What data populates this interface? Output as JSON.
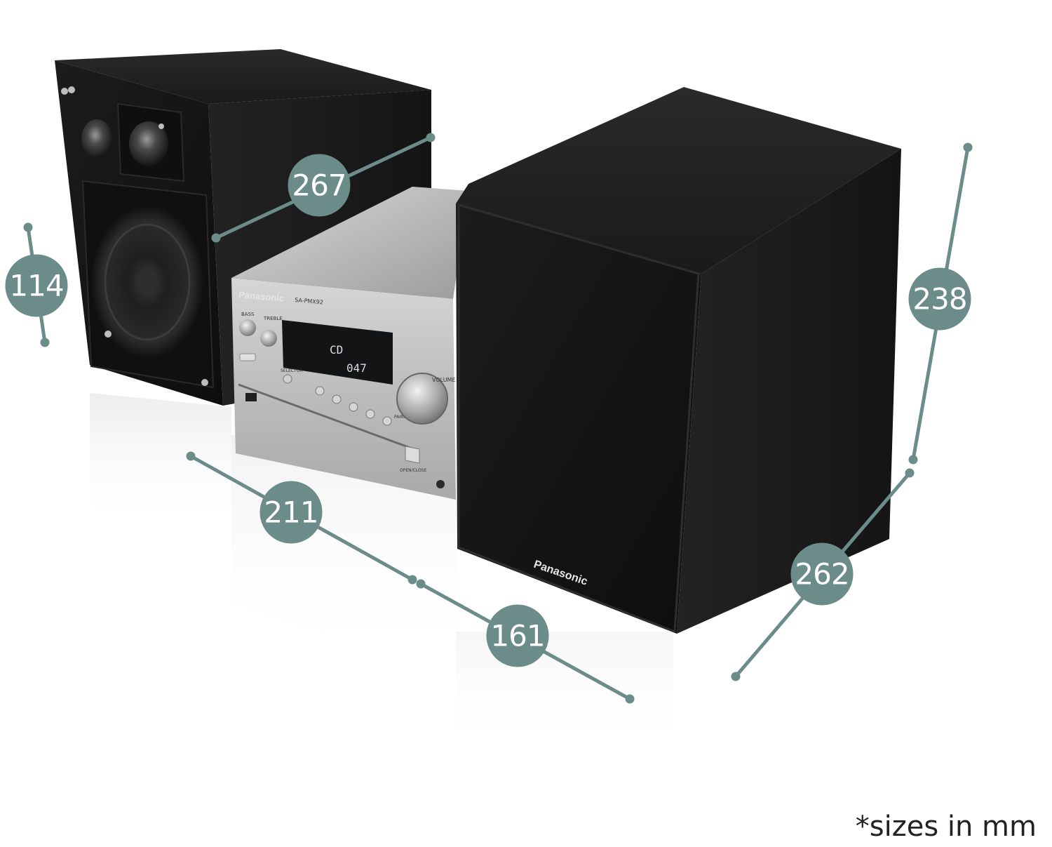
{
  "colors": {
    "dimension_marker": "#6b8c89",
    "speaker_wood": "#161616",
    "unit_silver": "#c9c9c9",
    "text_dark": "#222222"
  },
  "dimensions": [
    {
      "id": "speaker-height",
      "label": "267"
    },
    {
      "id": "speaker-width",
      "label": "114"
    },
    {
      "id": "speaker-depth-height",
      "label": "238"
    },
    {
      "id": "unit-width",
      "label": "211"
    },
    {
      "id": "unit-depth",
      "label": "161"
    },
    {
      "id": "speaker-depth",
      "label": "262"
    }
  ],
  "brand": {
    "unit_logo": "Panasonic",
    "speaker_logo": "Panasonic",
    "model": "SA-PMX92"
  },
  "unit_labels": {
    "bass": "BASS",
    "treble": "TREBLE",
    "selector": "SELECTOR",
    "volume": "VOLUME",
    "open_close": "OPEN/CLOSE",
    "pairing": "PAIRING"
  },
  "display": {
    "line1": "CD",
    "line2": "047"
  },
  "footnote": "*sizes in mm"
}
